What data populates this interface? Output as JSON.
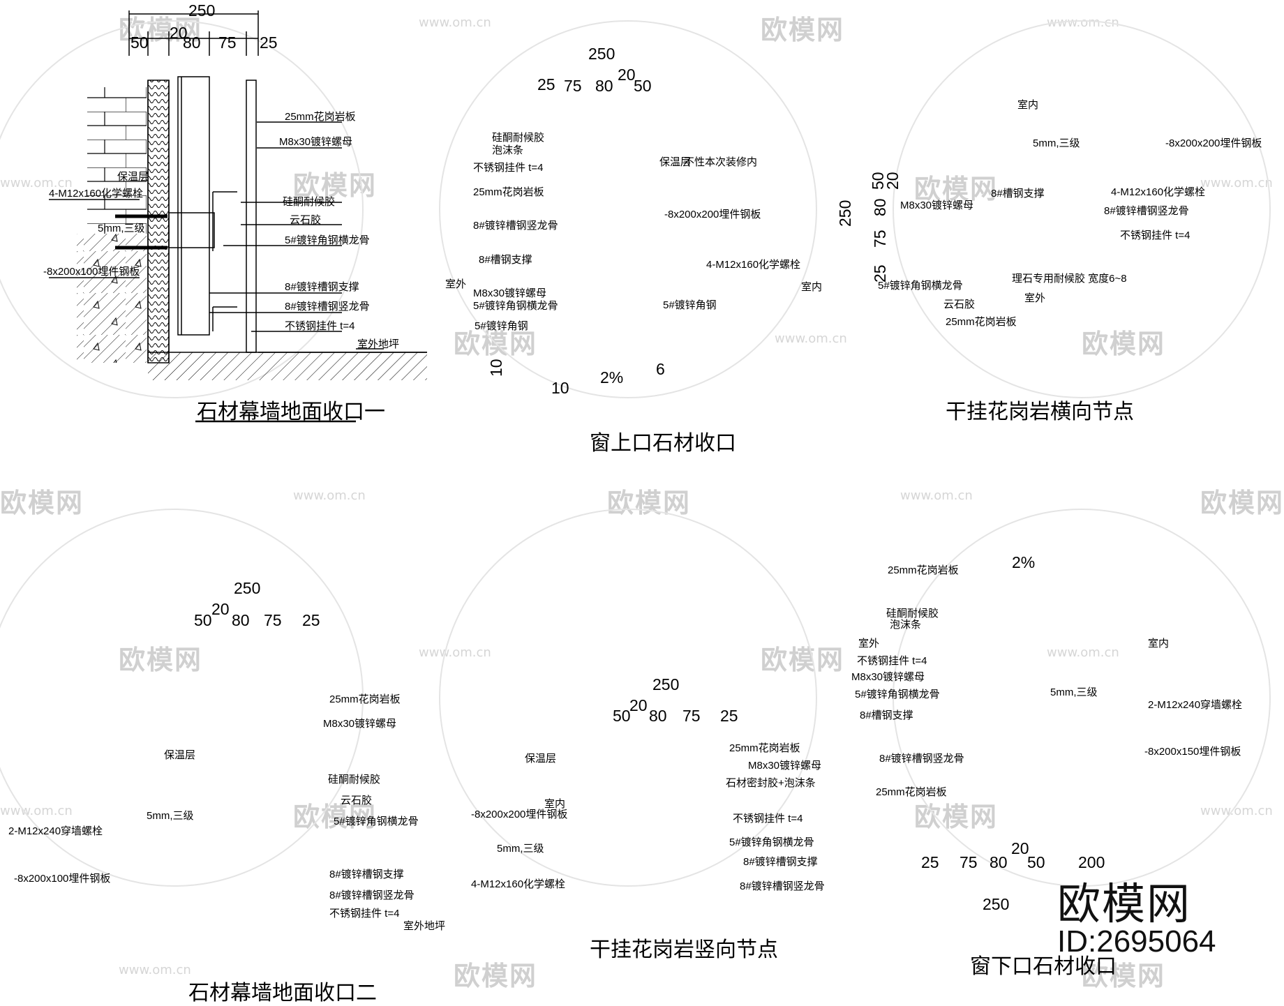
{
  "watermark": {
    "brand": "欧模网",
    "url": "www.om.cn"
  },
  "brand_badge": {
    "name": "欧模网",
    "id": "ID:2695064"
  },
  "d1": {
    "title": "石材幕墙地面收口一",
    "dims": {
      "total": "250",
      "a": "50",
      "b": "20",
      "c": "80",
      "d": "75",
      "e": "25"
    },
    "notes": [
      "25mm花岗岩板",
      "M8x30镀锌螺母",
      "保温层",
      "4-M12x160化学螺栓",
      "硅酮耐候胶",
      "云石胶",
      "5mm,三级",
      "5#镀锌角钢横龙骨",
      "-8x200x100埋件钢板",
      "8#镀锌槽钢支撑",
      "8#镀锌槽钢竖龙骨",
      "不锈钢挂件  t=4",
      "室外地坪"
    ]
  },
  "d2": {
    "title": "窗上口石材收口",
    "dims": {
      "total": "250",
      "a": "25",
      "b": "75",
      "c": "80",
      "d": "20",
      "e": "50",
      "f": "10",
      "g": "10",
      "h": "6",
      "slope": "2%"
    },
    "notes": [
      "硅酮耐候胶",
      "泡沫条",
      "不锈钢挂件  t=4",
      "25mm花岗岩板",
      "8#镀锌槽钢竖龙骨",
      "8#槽钢支撑",
      "室外",
      "M8x30镀锌螺母",
      "5#镀锌角钢横龙骨",
      "5#镀锌角钢",
      "保温层",
      "不性本次装修内",
      "-8x200x200埋件钢板",
      "4-M12x160化学螺栓",
      "5#镀锌角钢",
      "室内"
    ]
  },
  "d3": {
    "title": "干挂花岗岩横向节点",
    "dims": {
      "total": "250",
      "a": "50",
      "b": "20",
      "c": "80",
      "d": "75",
      "e": "25"
    },
    "notes": [
      "室内",
      "5mm,三级",
      "-8x200x200埋件钢板",
      "4-M12x160化学螺栓",
      "8#镀锌槽钢竖龙骨",
      "8#槽钢支撑",
      "M8x30镀锌螺母",
      "不锈钢挂件  t=4",
      "5#镀锌角钢横龙骨",
      "云石胶",
      "理石专用耐候胶  宽度6~8",
      "25mm花岗岩板",
      "室外"
    ]
  },
  "d4": {
    "title": "石材幕墙地面收口二",
    "dims": {
      "total": "250",
      "a": "50",
      "b": "20",
      "c": "80",
      "d": "75",
      "e": "25"
    },
    "notes": [
      "25mm花岗岩板",
      "M8x30镀锌螺母",
      "保温层",
      "硅酮耐候胶",
      "云石胶",
      "5mm,三级",
      "2-M12x240穿墙螺栓",
      "5#镀锌角钢横龙骨",
      "-8x200x100埋件钢板",
      "8#镀锌槽钢支撑",
      "8#镀锌槽钢竖龙骨",
      "不锈钢挂件  t=4",
      "室外地坪"
    ]
  },
  "d5": {
    "title": "干挂花岗岩竖向节点",
    "dims": {
      "total": "250",
      "a": "50",
      "b": "20",
      "c": "80",
      "d": "75",
      "e": "25"
    },
    "notes": [
      "25mm花岗岩板",
      "保温层",
      "M8x30镀锌螺母",
      "石材密封胶+泡沫条",
      "室内",
      "-8x200x200埋件钢板",
      "不锈钢挂件  t=4",
      "5mm,三级",
      "5#镀锌角钢横龙骨",
      "8#镀锌槽钢支撑",
      "4-M12x160化学螺栓",
      "8#镀锌槽钢竖龙骨"
    ]
  },
  "d6": {
    "title": "窗下口石材收口",
    "dims": {
      "total": "250",
      "a": "25",
      "b": "75",
      "c": "80",
      "d": "20",
      "e": "50",
      "f": "200",
      "slope": "2%"
    },
    "notes": [
      "25mm花岗岩板",
      "硅酮耐候胶",
      "泡沫条",
      "室外",
      "不锈钢挂件  t=4",
      "M8x30镀锌螺母",
      "5#镀锌角钢横龙骨",
      "8#槽钢支撑",
      "8#镀锌槽钢竖龙骨",
      "25mm花岗岩板",
      "5mm,三级",
      "2-M12x240穿墙螺栓",
      "-8x200x150埋件钢板",
      "室内"
    ]
  }
}
